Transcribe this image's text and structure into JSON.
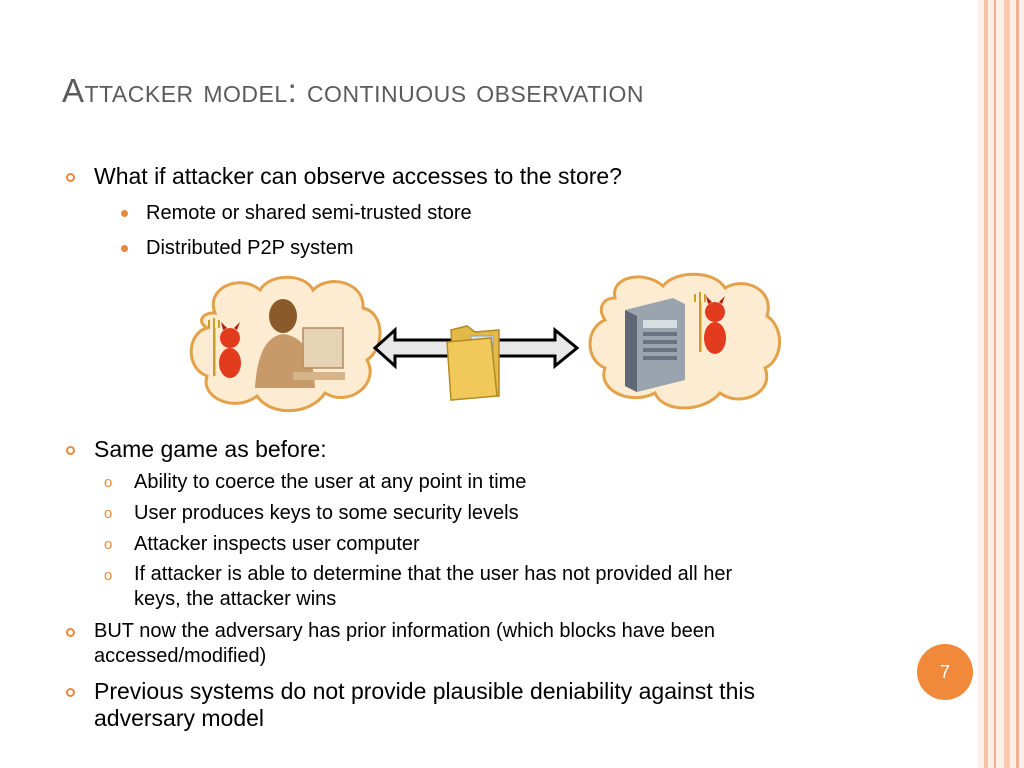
{
  "slide": {
    "title": "Attacker model: continuous observation",
    "page_number": "7",
    "bullets": {
      "b1": "What if attacker can observe accesses to the store?",
      "b1_sub1": "Remote or shared semi-trusted store",
      "b1_sub2": "Distributed P2P system",
      "b2": "Same game as before:",
      "b2_sub1": "Ability to coerce the user at any point in time",
      "b2_sub2": "User produces keys to some security levels",
      "b2_sub3": "Attacker inspects user computer",
      "b2_sub4_line1": "If attacker is able to determine that the user has not provided all her",
      "b2_sub4_line2": "keys, the attacker wins",
      "b3_line1": "BUT now the adversary has prior information (which blocks have been",
      "b3_line2": "accessed/modified)",
      "b4_line1": "Previous systems do not provide plausible deniability against this",
      "b4_line2": "adversary model"
    },
    "colors": {
      "accent": "#e8883a",
      "cloud_fill": "#fdecd2",
      "cloud_stroke": "#e3a14a",
      "stripe": "#f5b89a"
    }
  }
}
